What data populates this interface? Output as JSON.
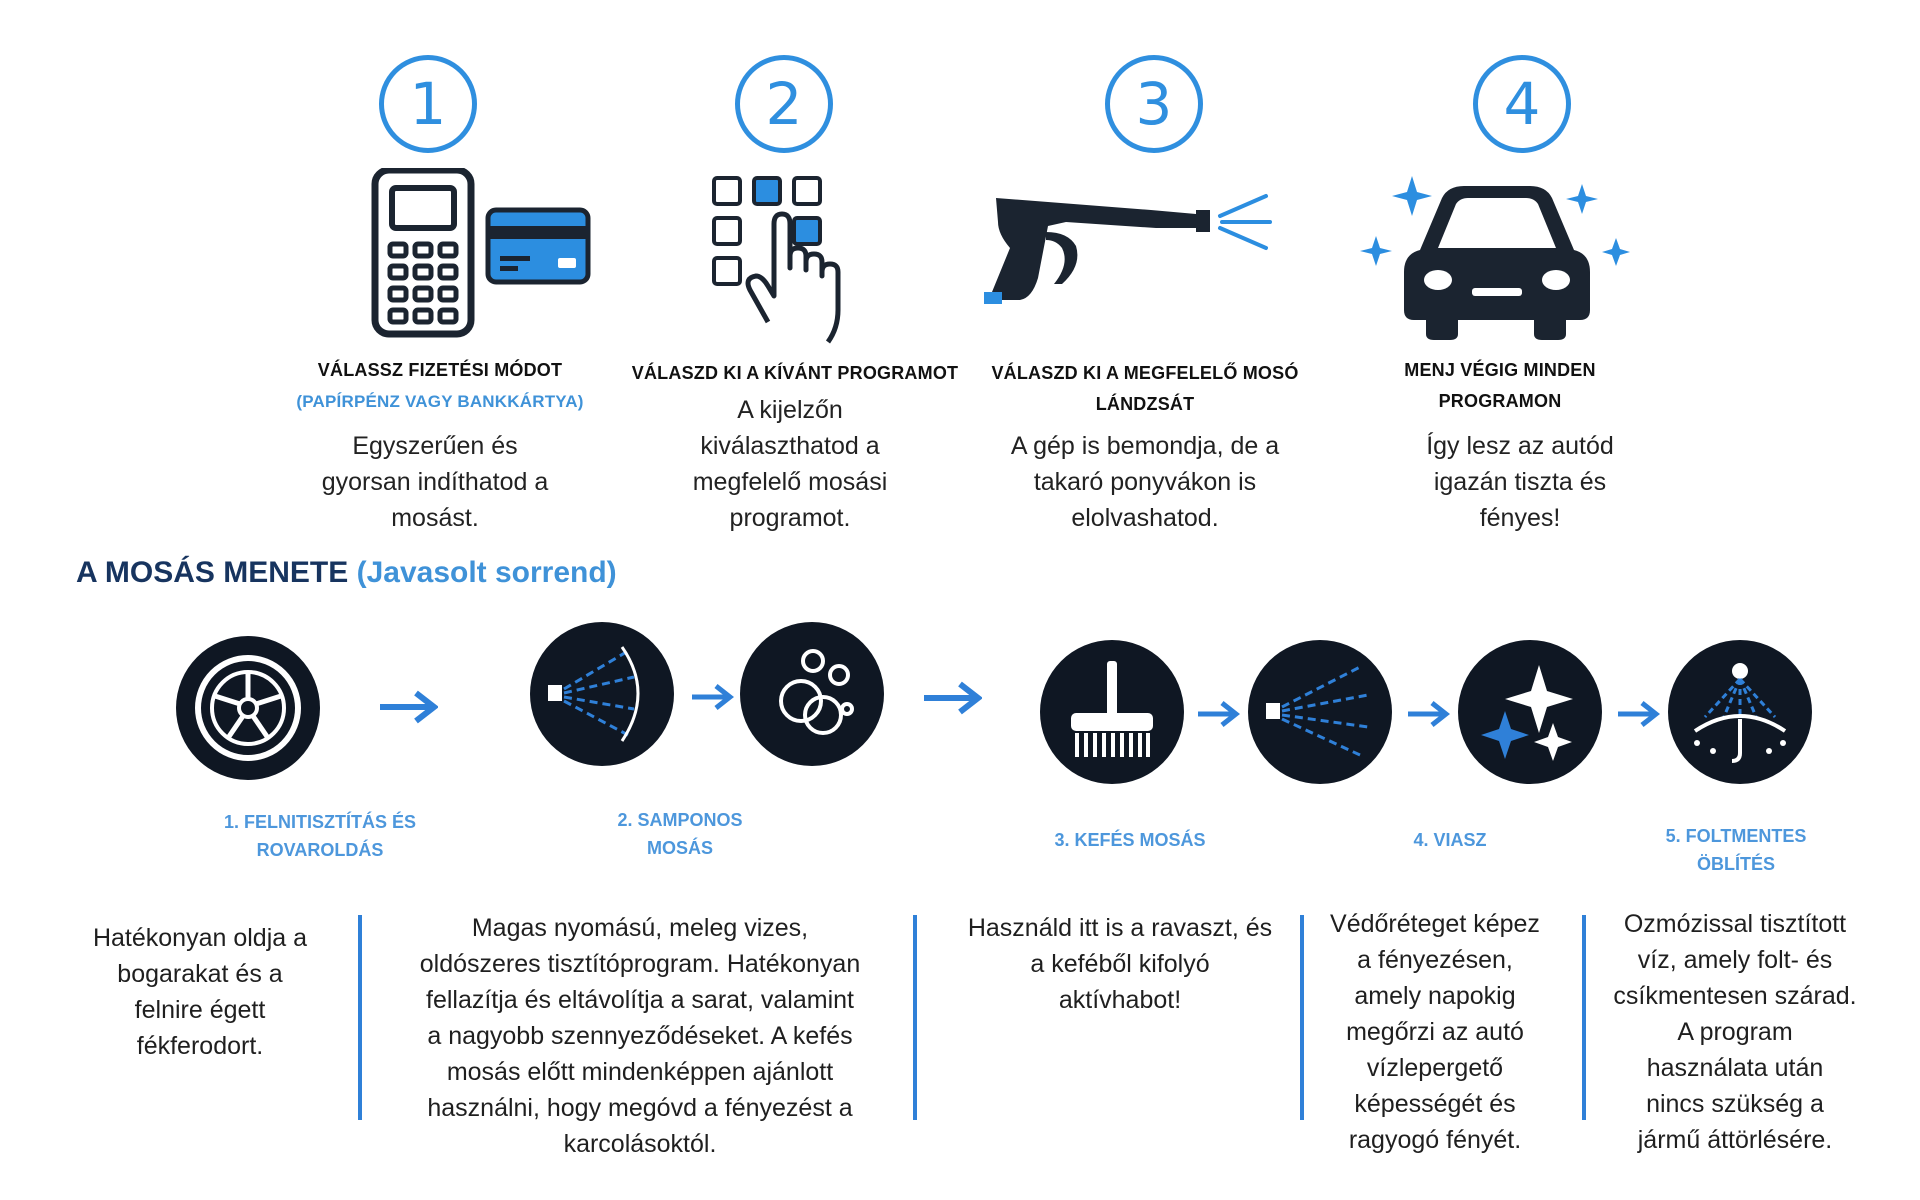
{
  "steps": [
    {
      "number": "1",
      "title": "VÁLASSZ FIZETÉSI MÓDOT",
      "subtitle": "(PAPÍRPÉNZ VAGY BANKKÁRTYA)",
      "text_lines": [
        "Egyszerűen és",
        "gyorsan indíthatod a",
        "mosást."
      ],
      "icon": "payment-terminal-card-icon"
    },
    {
      "number": "2",
      "title": "VÁLASZD KI A KÍVÁNT PROGRAMOT",
      "subtitle": "",
      "text_lines": [
        "A kijelzőn",
        "kiválaszthatod a",
        "megfelelő mosási",
        "programot."
      ],
      "icon": "keypad-finger-icon"
    },
    {
      "number": "3",
      "title_lines": [
        "VÁLASZD KI A MEGFELELŐ MOSÓ",
        "LÁNDZSÁT"
      ],
      "text_lines": [
        "A gép is bemondja, de a",
        "takaró ponyvákon is",
        "elolvashatod."
      ],
      "icon": "spray-gun-icon"
    },
    {
      "number": "4",
      "title_lines": [
        "MENJ VÉGIG MINDEN",
        "PROGRAMON"
      ],
      "text_lines": [
        "Így lesz az autód",
        "igazán tiszta és",
        "fényes!"
      ],
      "icon": "shiny-car-icon"
    }
  ],
  "section": {
    "title": "A MOSÁS MENETE",
    "subtitle": "(Javasolt sorrend)"
  },
  "wash_steps": [
    {
      "label_lines": [
        "1. FELNITISZTÍTÁS ÉS",
        "ROVAROLDÁS"
      ],
      "desc_lines": [
        "Hatékonyan oldja a",
        "bogarakat és a",
        "felnire égett",
        "fékferodort."
      ]
    },
    {
      "label_lines": [
        "2. SAMPONOS",
        "MOSÁS"
      ],
      "desc_lines": [
        "Magas nyomású, meleg vizes,",
        "oldószeres tisztítóprogram. Hatékonyan",
        "fellazítja és eltávolítja a sarat, valamint",
        "a nagyobb szennyeződéseket. A kefés",
        "mosás előtt mindenképpen ajánlott",
        "használni, hogy megóvd a fényezést a",
        "karcolásoktól."
      ]
    },
    {
      "label_lines": [
        "3. KEFÉS MOSÁS"
      ],
      "desc_lines": [
        "Használd itt is a ravaszt, és",
        "a keféből kifolyó",
        "aktívhabot!"
      ]
    },
    {
      "label_lines": [
        "4. VIASZ"
      ],
      "desc_lines": [
        "Védőréteget képez",
        "a fényezésen,",
        "amely napokig",
        "megőrzi az autó",
        "vízlepergető",
        "képességét és",
        "ragyogó fényét."
      ]
    },
    {
      "label_lines": [
        "5. FOLTMENTES",
        "ÖBLÍTÉS"
      ],
      "desc_lines": [
        "Ozmózissal tisztított",
        "víz, amely folt- és",
        "csíkmentesen szárad.",
        "A program",
        "használata után",
        "nincs szükség a",
        "jármű áttörlésére."
      ]
    }
  ],
  "colors": {
    "accent": "#2f8fdf",
    "dark_navy": "#17345f",
    "icon_bg": "#0f1723"
  }
}
